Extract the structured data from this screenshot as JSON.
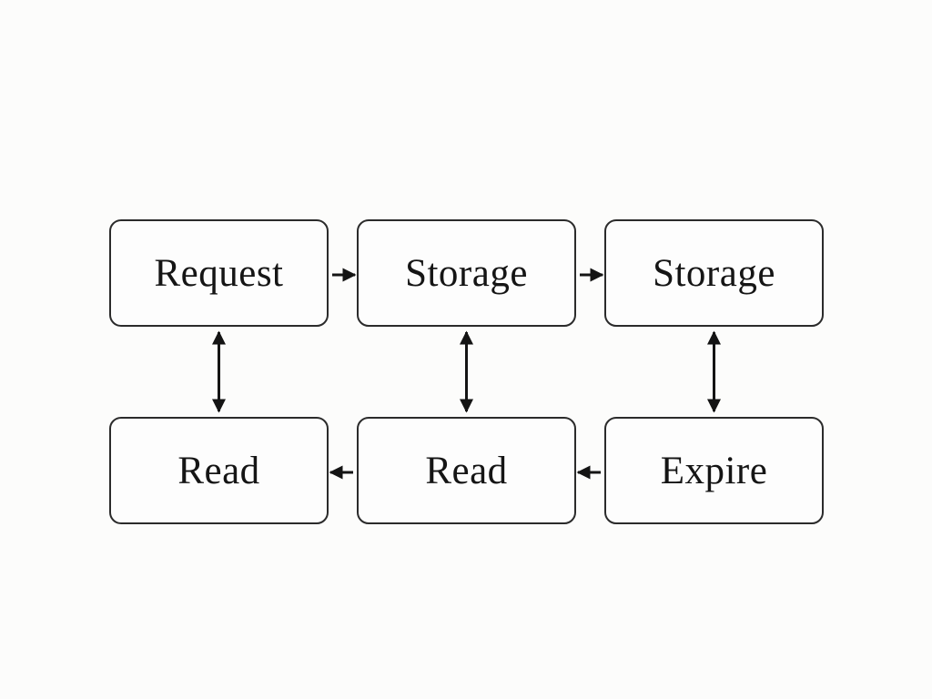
{
  "colors": {
    "background": "#fcfcfb",
    "box_fill": "#fdfdfd",
    "box_border": "#2b2b2b",
    "text": "#151515",
    "arrow": "#141414"
  },
  "nodes": {
    "request": {
      "label": "Request"
    },
    "storage_mid": {
      "label": "Storage"
    },
    "storage_right": {
      "label": "Storage"
    },
    "read_left": {
      "label": "Read"
    },
    "read_mid": {
      "label": "Read"
    },
    "expire": {
      "label": "Expire"
    }
  },
  "edges": [
    {
      "from": "request",
      "to": "storage_mid",
      "orientation": "horizontal",
      "bidirectional": false
    },
    {
      "from": "storage_mid",
      "to": "storage_right",
      "orientation": "horizontal",
      "bidirectional": false
    },
    {
      "from": "read_mid",
      "to": "read_left",
      "orientation": "horizontal",
      "bidirectional": false
    },
    {
      "from": "expire",
      "to": "read_mid",
      "orientation": "horizontal",
      "bidirectional": false
    },
    {
      "from": "request",
      "to": "read_left",
      "orientation": "vertical",
      "bidirectional": true
    },
    {
      "from": "storage_mid",
      "to": "read_mid",
      "orientation": "vertical",
      "bidirectional": true
    },
    {
      "from": "storage_right",
      "to": "expire",
      "orientation": "vertical",
      "bidirectional": true
    }
  ]
}
